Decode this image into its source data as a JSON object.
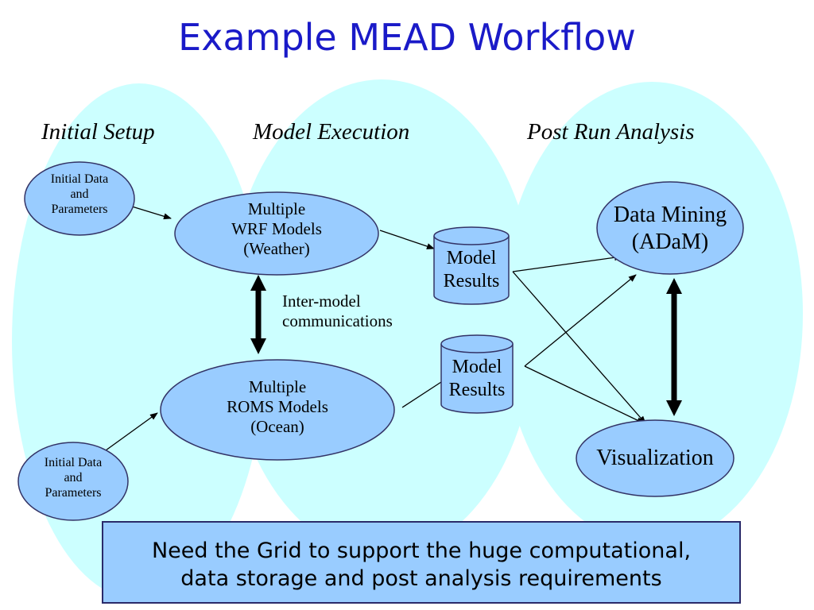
{
  "title": "Example MEAD Workflow",
  "phases": {
    "setup": "Initial Setup",
    "execution": "Model Execution",
    "analysis": "Post Run Analysis"
  },
  "nodes": {
    "init_top": [
      "Initial Data",
      "and",
      "Parameters"
    ],
    "init_bottom": [
      "Initial Data",
      "and",
      "Parameters"
    ],
    "wrf": [
      "Multiple",
      "WRF Models",
      "(Weather)"
    ],
    "roms": [
      "Multiple",
      "ROMS Models",
      "(Ocean)"
    ],
    "results_top": [
      "Model",
      "Results"
    ],
    "results_bottom": [
      "Model",
      "Results"
    ],
    "adam": [
      "Data Mining",
      "(ADaM)"
    ],
    "viz": "Visualization"
  },
  "comm_label": [
    "Inter-model",
    "communications"
  ],
  "note": [
    "Need the Grid to support the huge computational,",
    "data storage and post analysis requirements"
  ],
  "colors": {
    "lobe": "#ccffff",
    "node_fill": "#99ccff",
    "node_stroke": "#333366",
    "title": "#1a1ac8"
  }
}
